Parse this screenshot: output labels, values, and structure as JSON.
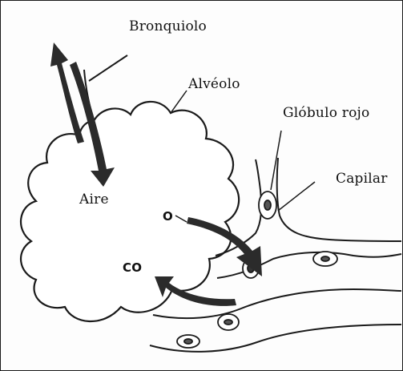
{
  "labels": {
    "bronquiolo": "Bronquiolo",
    "alveolo": "Alvéolo",
    "globulo_rojo": "Glóbulo rojo",
    "capilar": "Capilar",
    "aire": "Aire",
    "oxygen": "O",
    "co2": "CO"
  },
  "colors": {
    "ink": "#1a1a1a",
    "arrow": "#2b2b2b",
    "background": "#fdfdfd"
  }
}
